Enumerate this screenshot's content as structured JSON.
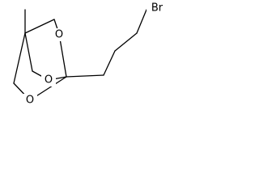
{
  "molecule": {
    "atoms": {
      "bromine": "Br",
      "oxygen_upper": "O",
      "oxygen_middle": "O",
      "oxygen_lower": "O"
    },
    "line_color": "#000000",
    "background_color": "#ffffff"
  }
}
